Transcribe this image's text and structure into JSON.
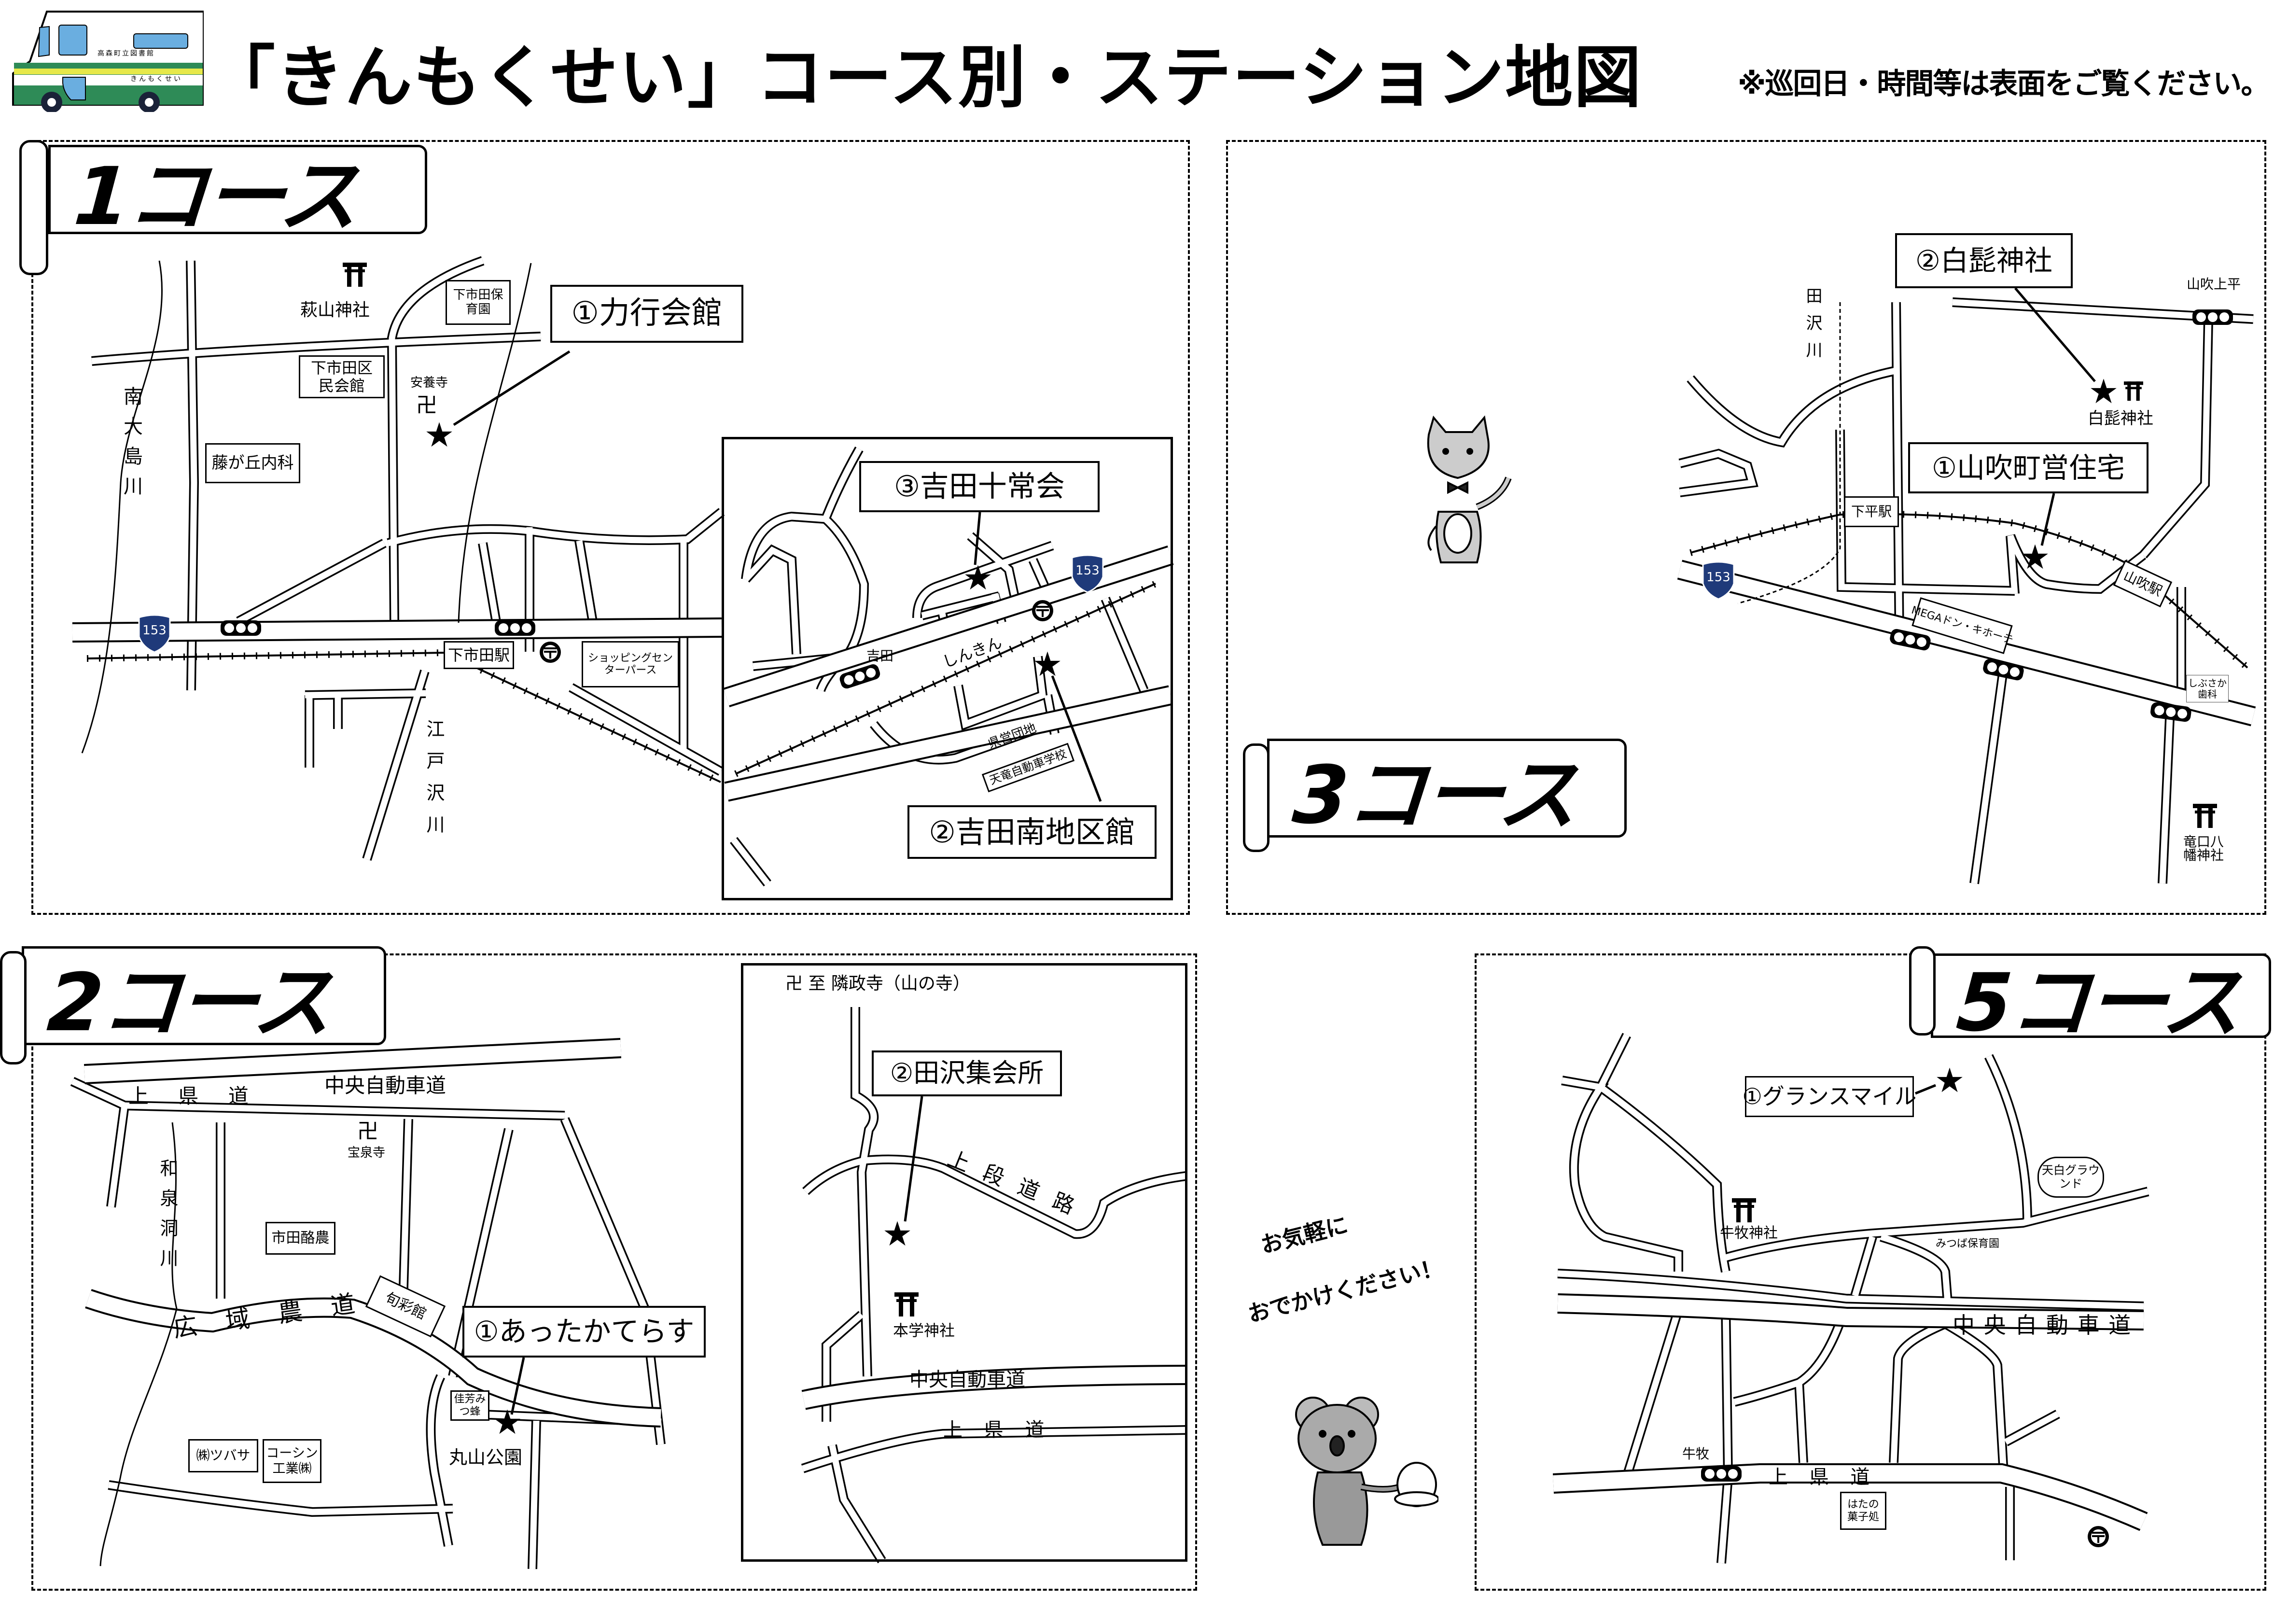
{
  "header": {
    "title": "「きんもくせい」コース別・ステーション地図",
    "note": "※巡回日・時間等は表面をご覧ください。",
    "bus_logo": {
      "library": "高森町立図書館",
      "name": "きんもくせい"
    }
  },
  "colors": {
    "bus_green": "#2e8b57",
    "bus_yellow": "#e6e84a",
    "bus_window": "#6aaee0",
    "route_shield": "#1f3a7a"
  },
  "course1": {
    "banner": "1コース",
    "stations": {
      "s1": "①力行会館",
      "s2": "②吉田南地区館",
      "s3": "③吉田十常会"
    },
    "landmarks": {
      "hagiyama_shrine": "萩山神社",
      "nursery": "下市田保育園",
      "community_hall": "下市田区民会館",
      "temple": "安養寺",
      "temple_mark": "卍",
      "clinic": "藤が丘内科",
      "river_west": "南大島川",
      "route": "153",
      "station": "下市田駅",
      "shopping": "ショッピングセンターパース",
      "river_edosawa": "江戸沢川",
      "yoshida": "吉田",
      "shinkin": "しんきん",
      "prefectural_housing": "県営団地",
      "driving_school": "天竜自動車学校",
      "route_inset": "153"
    }
  },
  "course2": {
    "banner": "2コース",
    "stations": {
      "s1": "①あったかてらす",
      "s2": "②田沢集会所"
    },
    "landmarks": {
      "kamiken_road": "上 県 道",
      "chuo_expressway": "中央自動車道",
      "temple_mark": "卍",
      "hosenji": "宝泉寺",
      "river": "和泉洞川",
      "dairy": "市田酪農",
      "shunsaikan": "旬彩館",
      "farm_road": "広 域 農 道",
      "honey": "佳芳みつ蜂",
      "park": "丸山公園",
      "tsubasa": "㈱ツバサ",
      "koshin": "コーシン工業㈱",
      "to_temple": "卍 至 隣政寺（山の寺）",
      "jodan_road": "上 段 道 路",
      "hongaku_shrine": "本学神社",
      "chuo_expressway_inset": "中央自動車道",
      "kamiken_road_inset": "上 県 道"
    }
  },
  "course3": {
    "banner": "3コース",
    "stations": {
      "s1": "①山吹町営住宅",
      "s2": "②白髭神社"
    },
    "landmarks": {
      "yamabuki_kamidaira": "山吹上平",
      "river": "田沢川",
      "shirahige_shrine": "白髭神社",
      "shimodaira_station": "下平駅",
      "route": "153",
      "yamabuki_station": "山吹駅",
      "donki": "MEGAドン・キホーテ",
      "dental": "しぶさか歯科",
      "tatsuguchi_shrine": "竜口八幡神社"
    }
  },
  "course5": {
    "banner": "5コース",
    "stations": {
      "s1": "①グランスマイル"
    },
    "landmarks": {
      "tenpaku_ground": "天白グラウンド",
      "ushimaki_shrine": "牛牧神社",
      "mitsuba_nursery": "みつば保育園",
      "chuo_expressway": "中 央 自 動 車 道",
      "ushimaki": "牛牧",
      "kamiken_road": "上 県 道",
      "confectionery": "はたの菓子処"
    }
  },
  "messages": {
    "line1": "お気軽に",
    "line2": "おでかけください！"
  }
}
